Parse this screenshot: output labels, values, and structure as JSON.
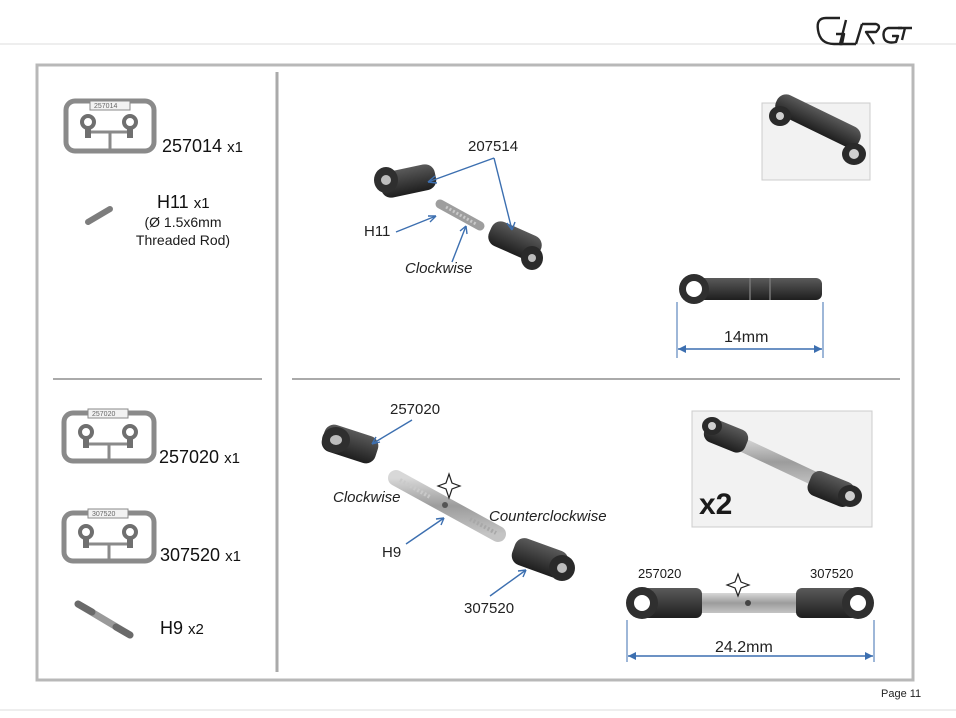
{
  "parts": {
    "p257014": {
      "number": "257014",
      "qty": "x1"
    },
    "h11": {
      "number": "H11",
      "qty": "x1",
      "spec": "(Ø 1.5x6mm",
      "description": "Threaded Rod)"
    },
    "p257020": {
      "number": "257020",
      "qty": "x1"
    },
    "p307520": {
      "number": "307520",
      "qty": "x1"
    },
    "h9": {
      "number": "H9",
      "qty": "x2"
    }
  },
  "step1": {
    "callout_part": "207514",
    "callout_rod": "H11",
    "direction": "Clockwise",
    "dimension": "14mm"
  },
  "step2": {
    "callout_top": "257020",
    "direction_left": "Clockwise",
    "direction_right": "Counterclockwise",
    "callout_rod": "H9",
    "callout_bottom": "307520",
    "multiplier": "x2",
    "assembled_left": "257020",
    "assembled_right": "307520",
    "dimension": "24.2mm"
  },
  "footer": {
    "page": "Page 11"
  }
}
